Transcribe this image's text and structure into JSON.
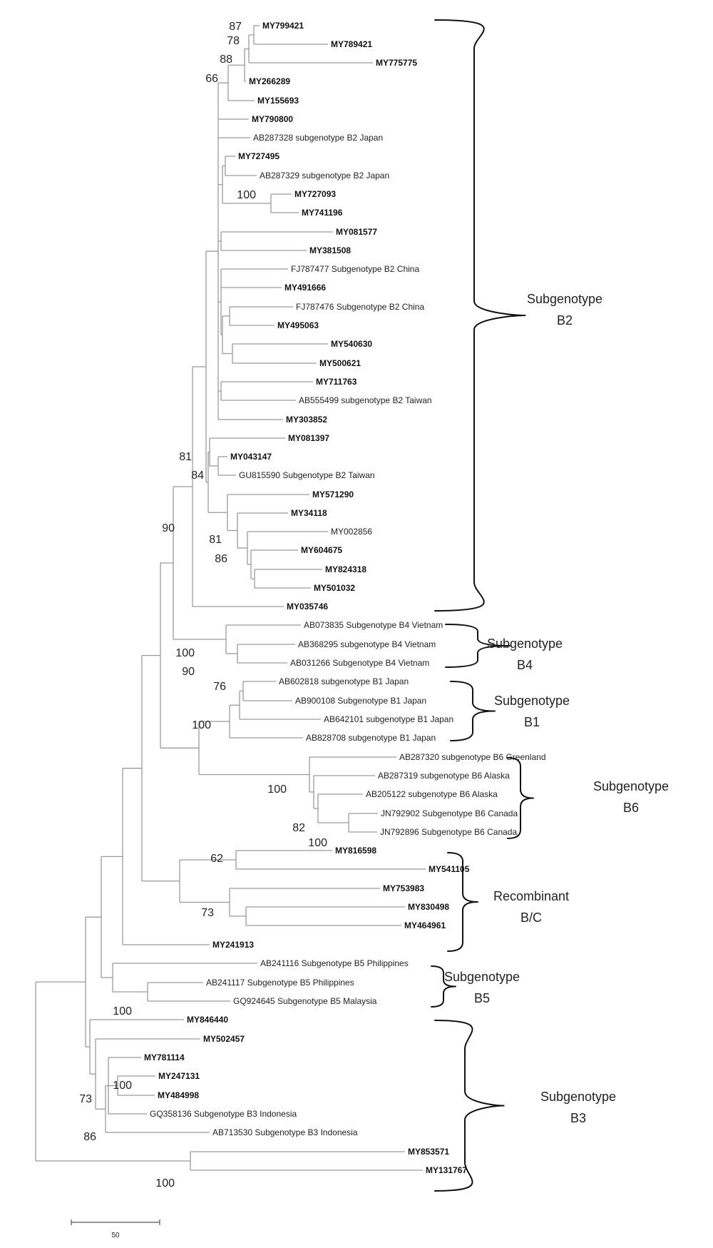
{
  "taxa": [
    {
      "id": "t1",
      "label": "MY799421",
      "bold": true
    },
    {
      "id": "t2",
      "label": "MY789421",
      "bold": true
    },
    {
      "id": "t3",
      "label": "MY775775",
      "bold": true
    },
    {
      "id": "t4",
      "label": "MY266289",
      "bold": true
    },
    {
      "id": "t5",
      "label": "MY155693",
      "bold": true
    },
    {
      "id": "t6",
      "label": "MY790800",
      "bold": true
    },
    {
      "id": "t7",
      "label": "AB287328 subgenotype B2 Japan",
      "bold": false
    },
    {
      "id": "t8",
      "label": "MY727495",
      "bold": true
    },
    {
      "id": "t9",
      "label": "AB287329 subgenotype B2 Japan",
      "bold": false
    },
    {
      "id": "t10",
      "label": "MY727093",
      "bold": true
    },
    {
      "id": "t11",
      "label": "MY741196",
      "bold": true
    },
    {
      "id": "t12",
      "label": "MY081577",
      "bold": true
    },
    {
      "id": "t13",
      "label": "MY381508",
      "bold": true
    },
    {
      "id": "t14",
      "label": "FJ787477 Subgenotype B2 China",
      "bold": false
    },
    {
      "id": "t15",
      "label": "MY491666",
      "bold": true
    },
    {
      "id": "t16",
      "label": "FJ787476 Subgenotype B2 China",
      "bold": false
    },
    {
      "id": "t17",
      "label": "MY495063",
      "bold": true
    },
    {
      "id": "t18",
      "label": "MY540630",
      "bold": true
    },
    {
      "id": "t19",
      "label": "MY500621",
      "bold": true
    },
    {
      "id": "t20",
      "label": "MY711763",
      "bold": true
    },
    {
      "id": "t21",
      "label": "AB555499 subgenotype B2 Taiwan",
      "bold": false
    },
    {
      "id": "t22",
      "label": "MY303852",
      "bold": true
    },
    {
      "id": "t23",
      "label": "MY081397",
      "bold": true
    },
    {
      "id": "t24",
      "label": "MY043147",
      "bold": true
    },
    {
      "id": "t25",
      "label": "GU815590 Subgenotype B2 Taiwan",
      "bold": false
    },
    {
      "id": "t26",
      "label": "MY571290",
      "bold": true
    },
    {
      "id": "t27",
      "label": "MY34118",
      "bold": true
    },
    {
      "id": "t28",
      "label": "MY002856",
      "bold": false
    },
    {
      "id": "t29",
      "label": "MY604675",
      "bold": true
    },
    {
      "id": "t30",
      "label": "MY824318",
      "bold": true
    },
    {
      "id": "t31",
      "label": "MY501032",
      "bold": true
    },
    {
      "id": "t32",
      "label": "MY035746",
      "bold": true
    },
    {
      "id": "t33",
      "label": "AB073835 Subgenotype B4 Vietnam",
      "bold": false
    },
    {
      "id": "t34",
      "label": "AB368295 subgenotype B4 Vietnam",
      "bold": false
    },
    {
      "id": "t35",
      "label": "AB031266 Subgenotype B4 Vietnam",
      "bold": false
    },
    {
      "id": "t36",
      "label": "AB602818 subgenotype B1 Japan",
      "bold": false
    },
    {
      "id": "t37",
      "label": "AB900108 Subgenotype B1 Japan",
      "bold": false
    },
    {
      "id": "t38",
      "label": "AB642101 subgenotype B1 Japan",
      "bold": false
    },
    {
      "id": "t39",
      "label": "AB828708 subgenotype B1 Japan",
      "bold": false
    },
    {
      "id": "t40",
      "label": "AB287320 subgenotype B6 Greenland",
      "bold": false
    },
    {
      "id": "t41",
      "label": "AB287319 subgenotype B6 Alaska",
      "bold": false
    },
    {
      "id": "t42",
      "label": "AB205122 subgenotype B6 Alaska",
      "bold": false
    },
    {
      "id": "t43",
      "label": "JN792902 Subgenotype B6 Canada",
      "bold": false
    },
    {
      "id": "t44",
      "label": "JN792896 Subgenotype B6 Canada",
      "bold": false
    },
    {
      "id": "t45",
      "label": "MY816598",
      "bold": true
    },
    {
      "id": "t46",
      "label": "MY541105",
      "bold": true
    },
    {
      "id": "t47",
      "label": "MY753983",
      "bold": true
    },
    {
      "id": "t48",
      "label": "MY830498",
      "bold": true
    },
    {
      "id": "t49",
      "label": "MY464961",
      "bold": true
    },
    {
      "id": "t50",
      "label": "MY241913",
      "bold": true
    },
    {
      "id": "t51",
      "label": "AB241116 Subgenotype B5 Philippines",
      "bold": false
    },
    {
      "id": "t52",
      "label": "AB241117 Subgenotype B5 Philippines",
      "bold": false
    },
    {
      "id": "t53",
      "label": "GQ924645 Subgenotype B5 Malaysia",
      "bold": false
    },
    {
      "id": "t54",
      "label": "MY846440",
      "bold": true
    },
    {
      "id": "t55",
      "label": "MY502457",
      "bold": true
    },
    {
      "id": "t56",
      "label": "MY781114",
      "bold": true
    },
    {
      "id": "t57",
      "label": "MY247131",
      "bold": true
    },
    {
      "id": "t58",
      "label": "MY484998",
      "bold": true
    },
    {
      "id": "t59",
      "label": "GQ358136 Subgenotype B3 Indonesia",
      "bold": false
    },
    {
      "id": "t60",
      "label": "AB713530 Subgenotype B3 Indonesia",
      "bold": false
    },
    {
      "id": "t61",
      "label": "MY853571",
      "bold": true
    },
    {
      "id": "t62",
      "label": "MY131767",
      "bold": true
    }
  ],
  "bootstrap_values": [
    {
      "id": "s87",
      "value": "87"
    },
    {
      "id": "s78",
      "value": "78"
    },
    {
      "id": "s88",
      "value": "88"
    },
    {
      "id": "s66",
      "value": "66"
    },
    {
      "id": "s100a",
      "value": "100"
    },
    {
      "id": "s81a",
      "value": "81"
    },
    {
      "id": "s84",
      "value": "84"
    },
    {
      "id": "s90a",
      "value": "90"
    },
    {
      "id": "s81b",
      "value": "81"
    },
    {
      "id": "s86a",
      "value": "86"
    },
    {
      "id": "s100b",
      "value": "100"
    },
    {
      "id": "s90b",
      "value": "90"
    },
    {
      "id": "s76",
      "value": "76"
    },
    {
      "id": "s100c",
      "value": "100"
    },
    {
      "id": "s100d",
      "value": "100"
    },
    {
      "id": "s82",
      "value": "82"
    },
    {
      "id": "s100e",
      "value": "100"
    },
    {
      "id": "s62",
      "value": "62"
    },
    {
      "id": "s73a",
      "value": "73"
    },
    {
      "id": "s100f",
      "value": "100"
    },
    {
      "id": "s73b",
      "value": "73"
    },
    {
      "id": "s100g",
      "value": "100"
    },
    {
      "id": "s86b",
      "value": "86"
    },
    {
      "id": "s100h",
      "value": "100"
    }
  ],
  "groups": [
    {
      "id": "g-b2",
      "line1": "Subgenotype",
      "line2": "B2"
    },
    {
      "id": "g-b4",
      "line1": "Subgenotype",
      "line2": "B4"
    },
    {
      "id": "g-b1",
      "line1": "Subgenotype",
      "line2": "B1"
    },
    {
      "id": "g-b6",
      "line1": "Subgenotype",
      "line2": "B6"
    },
    {
      "id": "g-rec",
      "line1": "Recombinant",
      "line2": "B/C"
    },
    {
      "id": "g-b5",
      "line1": "Subgenotype",
      "line2": "B5"
    },
    {
      "id": "g-b3",
      "line1": "Subgenotype",
      "line2": "B3"
    }
  ],
  "scale_bar": {
    "label": "50"
  }
}
